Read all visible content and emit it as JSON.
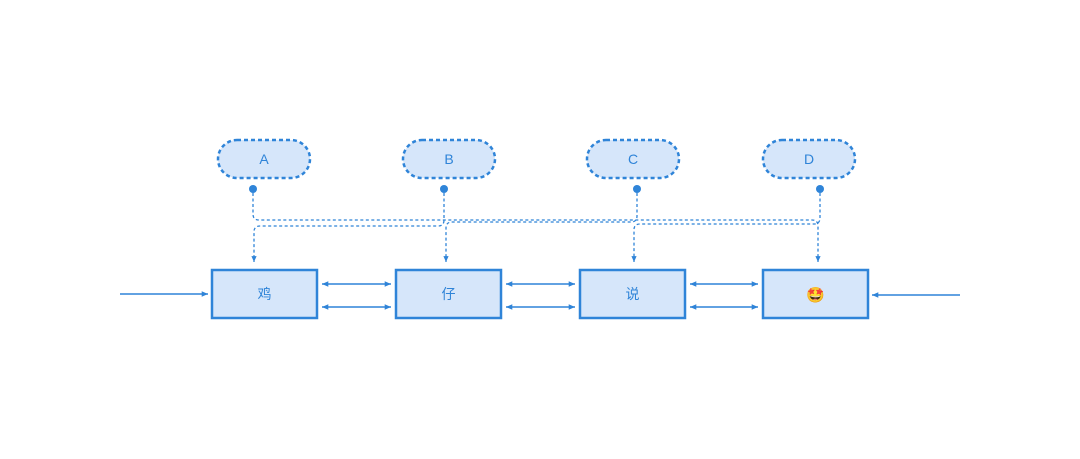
{
  "colors": {
    "accent": "#2f84d8",
    "fill": "#d6e6fa",
    "text": "#2f84d8",
    "background": "#ffffff"
  },
  "pointers": [
    {
      "label": "A"
    },
    {
      "label": "B"
    },
    {
      "label": "C"
    },
    {
      "label": "D"
    }
  ],
  "nodes": [
    {
      "label": "鸡"
    },
    {
      "label": "仔"
    },
    {
      "label": "说"
    },
    {
      "label": "🤩"
    }
  ]
}
